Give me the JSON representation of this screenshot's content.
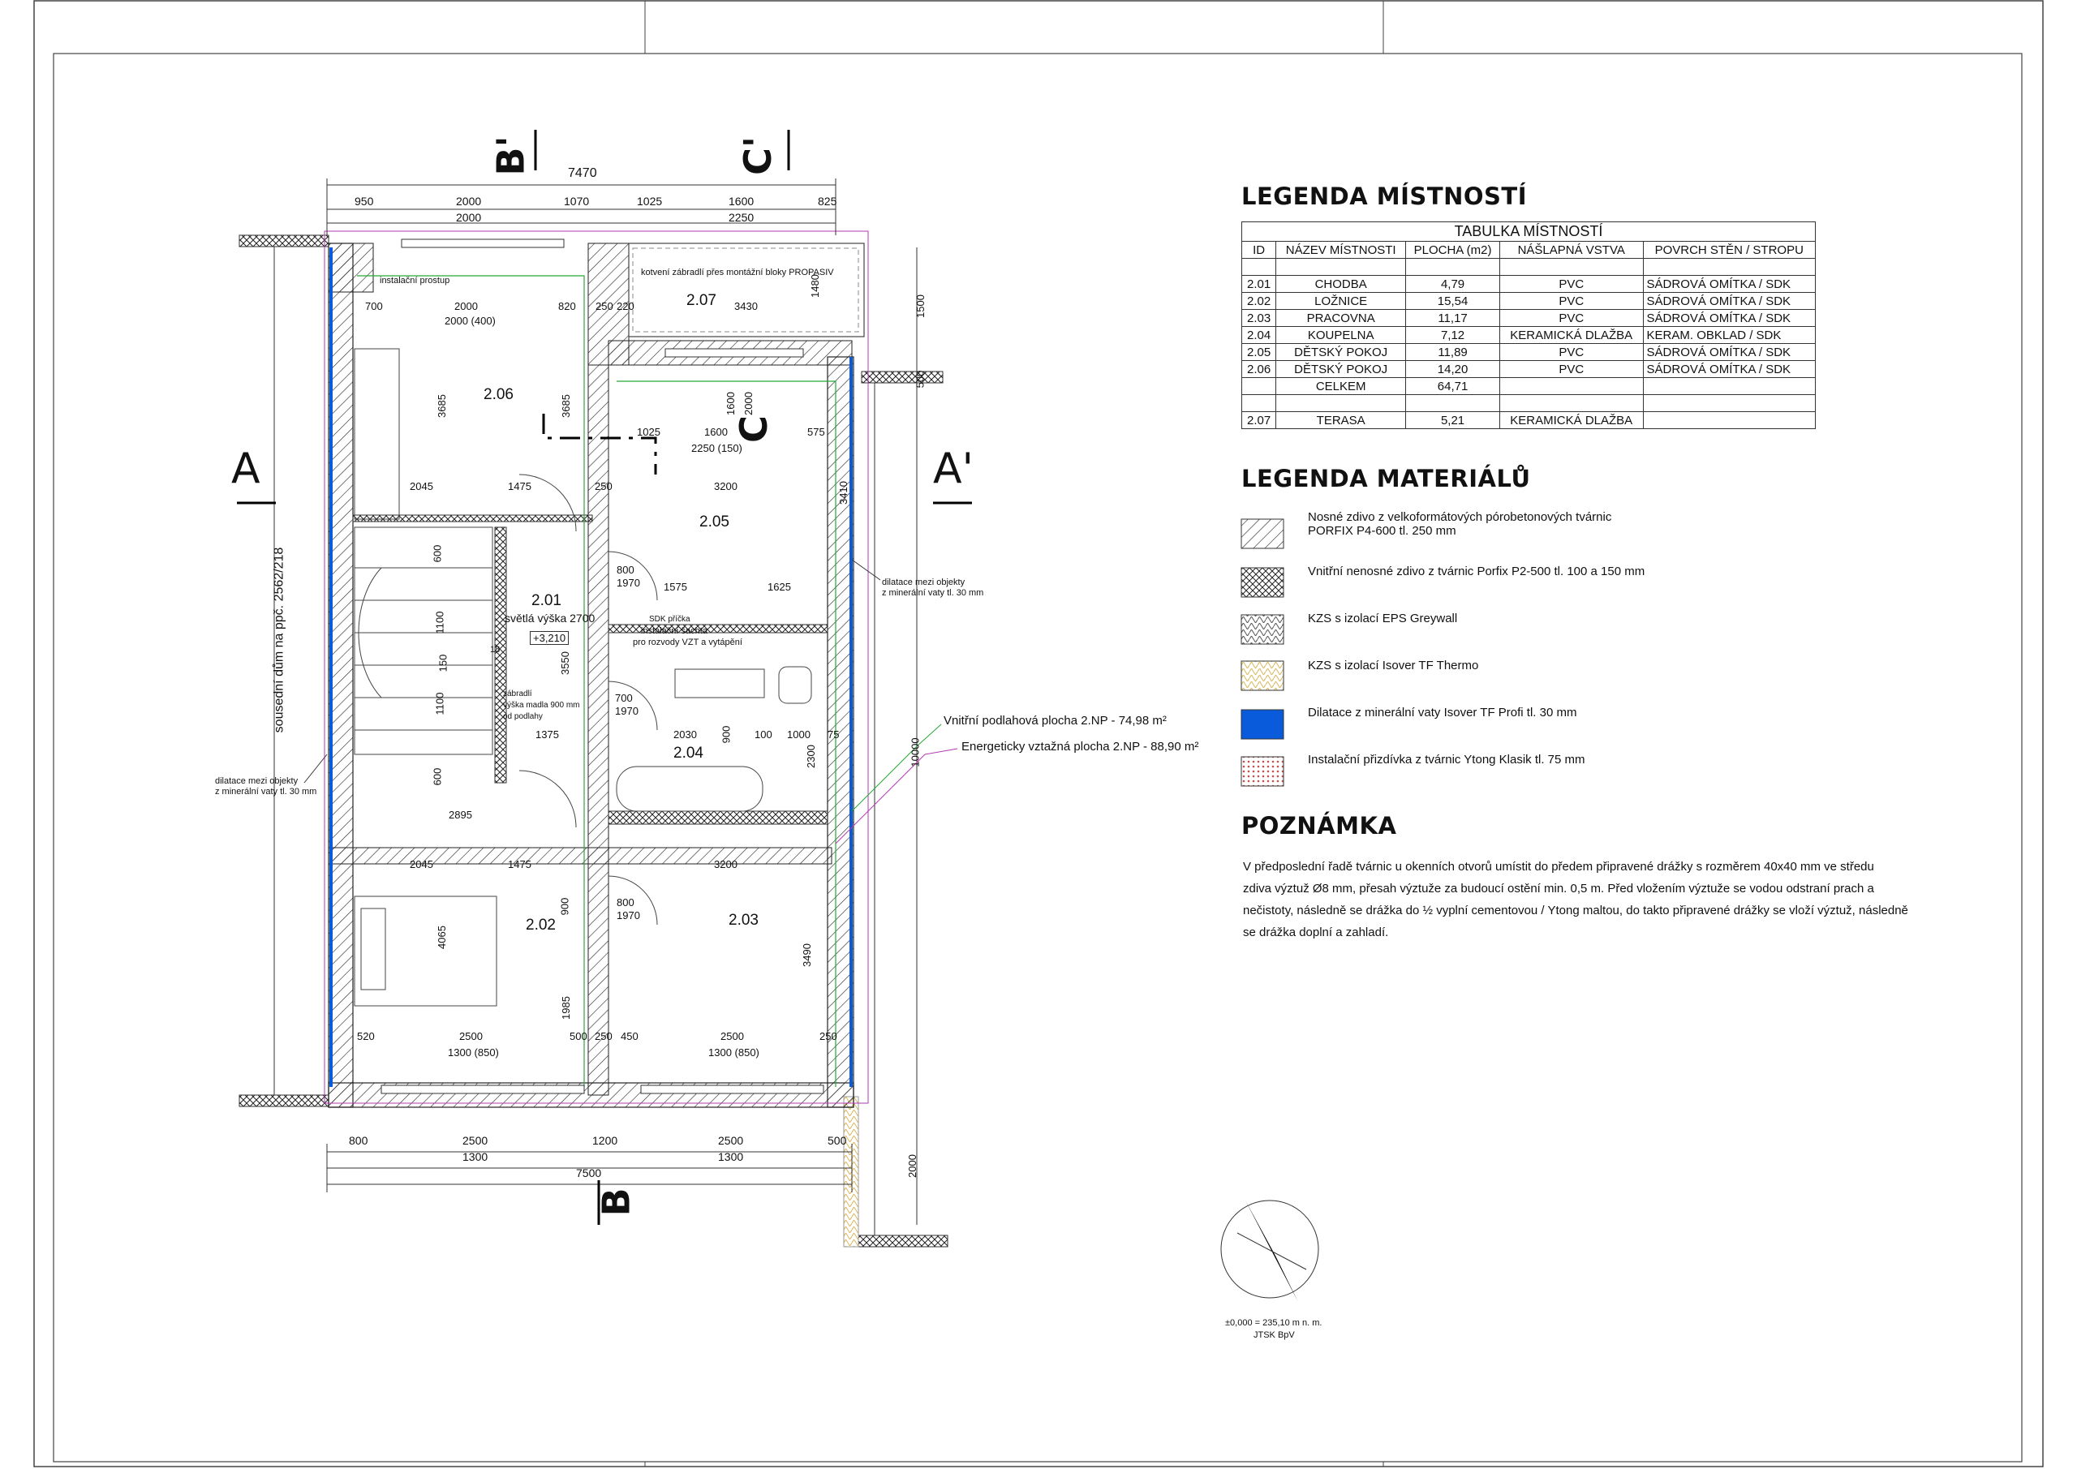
{
  "rooms_legend": {
    "heading": "LEGENDA MÍSTNOSTÍ",
    "table_title": "TABULKA MÍSTNOSTÍ",
    "columns": [
      "ID",
      "NÁZEV MÍSTNOSTI",
      "PLOCHA (m2)",
      "NÁŠLAPNÁ VSTVA",
      "POVRCH STĚN / STROPU"
    ],
    "rows": [
      [
        "2.01",
        "CHODBA",
        "4,79",
        "PVC",
        "SÁDROVÁ OMÍTKA / SDK"
      ],
      [
        "2.02",
        "LOŽNICE",
        "15,54",
        "PVC",
        "SÁDROVÁ OMÍTKA / SDK"
      ],
      [
        "2.03",
        "PRACOVNA",
        "11,17",
        "PVC",
        "SÁDROVÁ OMÍTKA / SDK"
      ],
      [
        "2.04",
        "KOUPELNA",
        "7,12",
        "KERAMICKÁ DLAŽBA",
        "KERAM. OBKLAD / SDK"
      ],
      [
        "2.05",
        "DĚTSKÝ POKOJ",
        "11,89",
        "PVC",
        "SÁDROVÁ OMÍTKA / SDK"
      ],
      [
        "2.06",
        "DĚTSKÝ POKOJ",
        "14,20",
        "PVC",
        "SÁDROVÁ OMÍTKA / SDK"
      ]
    ],
    "total_label": "CELKEM",
    "total_value": "64,71",
    "terrace": [
      "2.07",
      "TERASA",
      "5,21",
      "KERAMICKÁ DLAŽBA",
      ""
    ]
  },
  "materials_legend": {
    "heading": "LEGENDA MATERIÁLŮ",
    "items": [
      {
        "text1": "Nosné zdivo z velkoformátových pórobetonových tvárnic",
        "text2": "PORFIX P4-600 tl. 250 mm",
        "swatch": "diag-hatch",
        "color": "#000000"
      },
      {
        "text1": "Vnitřní nenosné zdivo z tvárnic Porfix P2-500 tl. 100 a 150 mm",
        "text2": "",
        "swatch": "cross-hatch",
        "color": "#000000"
      },
      {
        "text1": "KZS s izolací EPS Greywall",
        "text2": "",
        "swatch": "zigzag",
        "color": "#555555"
      },
      {
        "text1": "KZS s izolací Isover TF Thermo",
        "text2": "",
        "swatch": "zigzag-yellow",
        "color": "#d8b65a"
      },
      {
        "text1": "Dilatace z minerální vaty Isover TF Profi tl. 30 mm",
        "text2": "",
        "swatch": "solid",
        "color": "#0a5adc"
      },
      {
        "text1": "Instalační přizdívka z tvárnic Ytong Klasik tl. 75 mm",
        "text2": "",
        "swatch": "dots-red",
        "color": "#c0504d"
      }
    ]
  },
  "note": {
    "heading": "POZNÁMKA",
    "lines": [
      "V předposlední řadě tvárnic u okenních otvorů umístit do předem připravené drážky s rozměrem 40x40 mm ve středu",
      "zdiva výztuž Ø8 mm, přesah výztuže za budoucí ostění min. 0,5 m. Před vložením výztuže se vodou odstraní prach a",
      "nečistoty, následně se drážka do ½ vyplní cementovou / Ytong maltou, do takto připravené drážky se vloží výztuž, následně",
      "se drážka doplní a zahladí."
    ]
  },
  "plan": {
    "section_marks": {
      "a_left": "A",
      "a_right": "A'",
      "b_top": "B'",
      "b_bottom": "B",
      "c_top": "C'",
      "c_mid": "C"
    },
    "top_dims": {
      "total": "7470",
      "d1": "950",
      "d2": "2000",
      "d3": "1070",
      "d4": "1025",
      "d5": "1600",
      "d6": "825",
      "d7": "2000",
      "d8": "2250"
    },
    "bottom_dims": {
      "d1": "800",
      "d2": "2500",
      "d3": "1200",
      "d4": "2500",
      "d5": "500",
      "d6": "1300",
      "d7": "1300",
      "total": "7500"
    },
    "rooms": {
      "r206": "2.06",
      "r207": "2.07",
      "r205": "2.05",
      "r201": "2.01",
      "r204": "2.04",
      "r202": "2.02",
      "r203": "2.03"
    },
    "r201_note": "světlá výška 2700",
    "r201_level": "+3,210",
    "neighbour": "sousední dům na ppč. 2562/218",
    "dilatation_left": [
      "dilatace mezi objekty",
      "z minerální vaty tl. 30 mm"
    ],
    "dilatation_right": [
      "dilatace mezi objekty",
      "z minerální vaty tl. 30 mm"
    ],
    "install_hole": "instalační prostup",
    "railing_anchor": "kotvení zábradlí přes montážní bloky PROPASIV",
    "shaft": [
      "SDK příčka",
      "instalační šachta",
      "pro rozvody VZT a vytápění"
    ],
    "railing_height": [
      "zábradlí",
      "výška madla 900 mm",
      "od podlahy"
    ],
    "floor_area": "Vnitřní podlahová plocha 2.NP - 74,98 m²",
    "energy_area": "Energeticky vztažná plocha 2.NP - 88,90 m²",
    "dims": {
      "a700": "700",
      "a2000": "2000",
      "a2000b": "2000 (400)",
      "a820": "820",
      "a250": "250",
      "a220": "220",
      "a3430": "3430",
      "a1480": "1480",
      "a1500": "1500",
      "a500": "500",
      "a3685": "3685",
      "a3685b": "3685",
      "a1025": "1025",
      "a1600": "1600",
      "a2250": "2250 (150)",
      "a575": "575",
      "a1600v": "1600",
      "a2000v": "2000",
      "a2045": "2045",
      "a1475": "1475",
      "a250b": "250",
      "a3200": "3200",
      "a3410": "3410",
      "a800": "800",
      "a1970": "1970",
      "a1575": "1575",
      "a1625": "1625",
      "a3550": "3550",
      "a700b": "700",
      "a1970b": "1970",
      "a2030": "2030",
      "a900": "900",
      "a100": "100",
      "a1000": "1000",
      "a75": "75",
      "a1375": "1375",
      "a2300": "2300",
      "a10000": "10000",
      "a2895": "2895",
      "a2045b": "2045",
      "a1475b": "1475",
      "a3200b": "3200",
      "a4065": "4065",
      "a900b": "900",
      "a1985": "1985",
      "a3490": "3490",
      "a520": "520",
      "a2500": "2500",
      "a500b": "500",
      "a450": "450",
      "a2500b": "2500",
      "a250c": "250",
      "a1300l": "1300 (850)",
      "a1300r": "1300 (850)",
      "a2000r": "2000",
      "a1100a": "1100",
      "a1100b": "1100",
      "a600a": "600",
      "a600b": "600",
      "a150": "150",
      "a18": "18"
    }
  },
  "north": {
    "line1": "±0,000 = 235,10 m n. m.",
    "line2": "JTSK BpV"
  }
}
